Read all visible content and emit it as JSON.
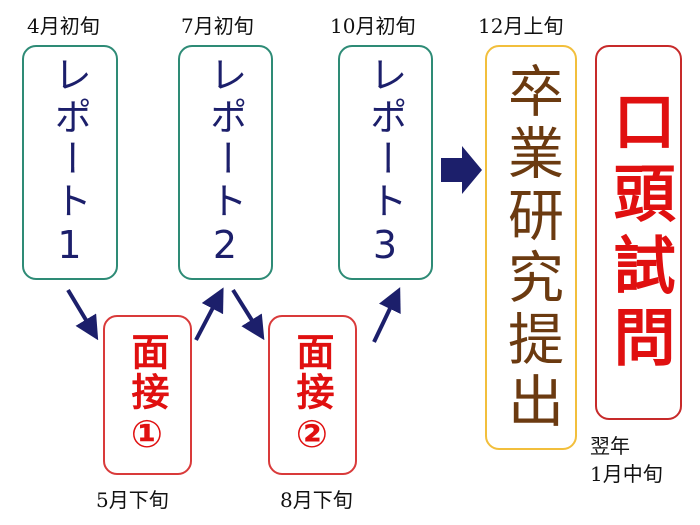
{
  "labels": {
    "report1_date": "4月初旬",
    "report2_date": "7月初旬",
    "report3_date": "10月初旬",
    "thesis_date": "12月上旬",
    "interview1_date": "5月下旬",
    "interview2_date": "8月下旬",
    "oral_date_line1": "翌年",
    "oral_date_line2": "1月中旬"
  },
  "boxes": {
    "report1": "レポート1",
    "report2": "レポート2",
    "report3": "レポート3",
    "interview1": "面接①",
    "interview2": "面接②",
    "thesis": "卒業研究提出",
    "oral": "口頭試問"
  },
  "colors": {
    "arrow": "#1c1f6b",
    "report_border": "#2e8b76",
    "interview": "#e01010",
    "thesis_border": "#f2bf3c",
    "thesis_text": "#6b3a10"
  }
}
